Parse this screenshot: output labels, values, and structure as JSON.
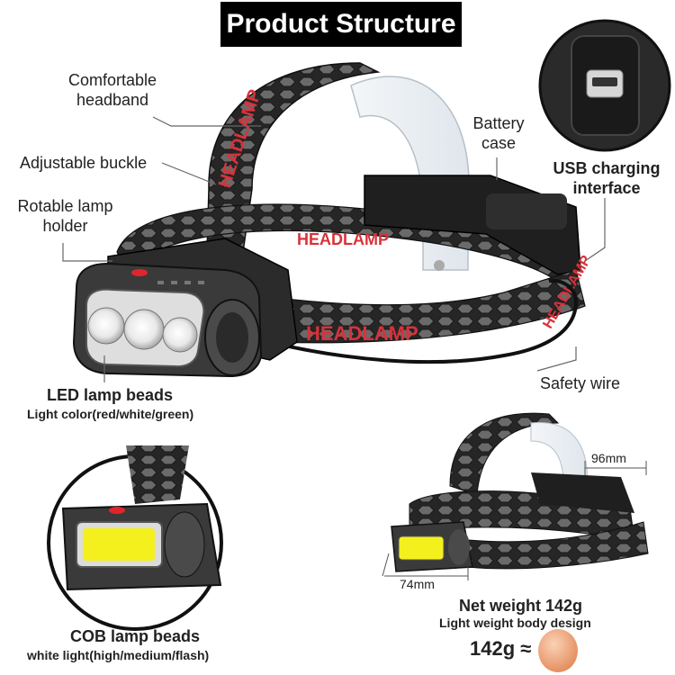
{
  "title": "Product Structure",
  "labels": {
    "headband": [
      "Comfortable",
      "headband"
    ],
    "buckle": "Adjustable buckle",
    "holder": [
      "Rotable lamp",
      "holder"
    ],
    "battery": [
      "Battery",
      "case"
    ],
    "usb": [
      "USB charging",
      "interface"
    ],
    "safety": "Safety wire",
    "led_title": "LED lamp beads",
    "led_sub": "Light color(red/white/green)",
    "cob_title": "COB lamp beads",
    "cob_sub": "white light(high/medium/flash)",
    "dim_width": "96mm",
    "dim_front": "74mm",
    "weight_title": "Net weight 142g",
    "weight_sub": "Light weight body design",
    "weight_eq": "142g ≈"
  },
  "strap_text": [
    "HEADLAMP",
    "HEADLAMP",
    "HEADLAMP",
    "HEADLAMP"
  ],
  "colors": {
    "strap": "#2b2b2b",
    "strap_text": "#d8323a",
    "lamp_body": "#3a3a3a",
    "cob": "#f4f01e",
    "egg": "#f2a77c"
  }
}
